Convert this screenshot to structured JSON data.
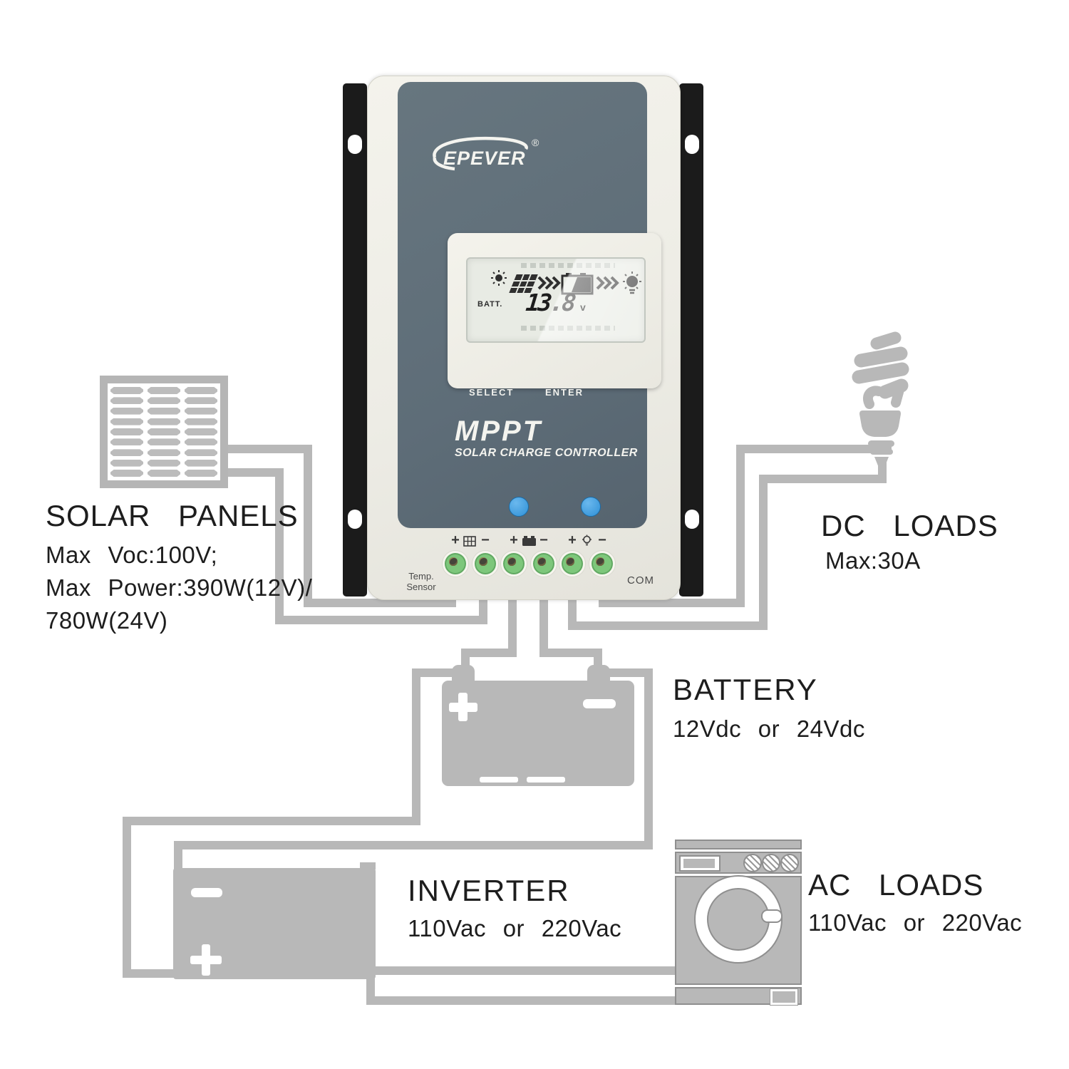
{
  "device": {
    "brand": "EPEVER",
    "reg_mark": "®",
    "product": "MPPT",
    "subtitle": "SOLAR CHARGE CONTROLLER",
    "lcd": {
      "batt_label": "BATT.",
      "voltage": "13.8",
      "unit": "v"
    },
    "buttons": {
      "select": "SELECT",
      "enter": "ENTER"
    },
    "terminals": {
      "plus": "+",
      "minus": "−",
      "temp_line1": "Temp.",
      "temp_line2": "Sensor",
      "com": "COM"
    }
  },
  "sections": {
    "solar_panels": {
      "title": "SOLAR PANELS",
      "lines": [
        "Max Voc:100V;",
        "Max Power:390W(12V)/",
        "780W(24V)"
      ]
    },
    "dc_loads": {
      "title": "DC LOADS",
      "lines": [
        "Max:30A"
      ]
    },
    "battery": {
      "title": "BATTERY",
      "lines": [
        "12Vdc or 24Vdc"
      ]
    },
    "inverter": {
      "title": "INVERTER",
      "lines": [
        "110Vac or 220Vac"
      ]
    },
    "ac_loads": {
      "title": "AC LOADS",
      "lines": [
        "110Vac or 220Vac"
      ]
    }
  },
  "icons": {
    "solar_panels": "solar-panel-grid",
    "dc_loads": "cfl-bulb",
    "battery": "battery-silhouette",
    "inverter": "inverter-box",
    "ac_loads": "washing-machine",
    "lcd_flow": [
      "sun",
      "solar-panel",
      "chevrons",
      "battery",
      "chevrons",
      "bulb"
    ]
  },
  "colors": {
    "wire_gray": "#b8b8b8",
    "slate_panel": "#5e6d78",
    "body_offwhite": "#f0efe8",
    "button_blue": "#3f9fe0",
    "terminal_green": "#7dc77b",
    "bracket_black": "#1b1b1b",
    "text_dark": "#1d1d1d"
  }
}
